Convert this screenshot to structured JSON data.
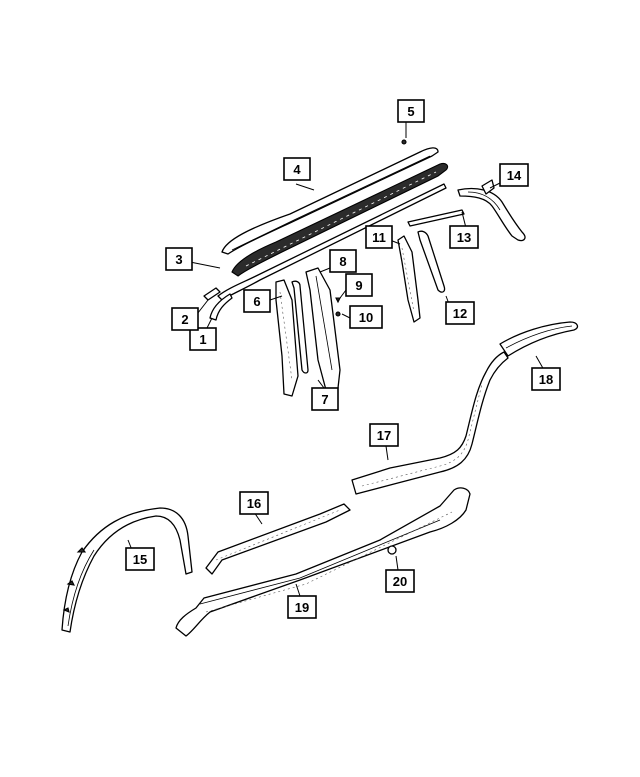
{
  "callouts": [
    {
      "id": "1",
      "label": "1"
    },
    {
      "id": "2",
      "label": "2"
    },
    {
      "id": "3",
      "label": "3"
    },
    {
      "id": "4",
      "label": "4"
    },
    {
      "id": "5",
      "label": "5"
    },
    {
      "id": "6",
      "label": "6"
    },
    {
      "id": "7",
      "label": "7"
    },
    {
      "id": "8",
      "label": "8"
    },
    {
      "id": "9",
      "label": "9"
    },
    {
      "id": "10",
      "label": "10"
    },
    {
      "id": "11",
      "label": "11"
    },
    {
      "id": "12",
      "label": "12"
    },
    {
      "id": "13",
      "label": "13"
    },
    {
      "id": "14",
      "label": "14"
    },
    {
      "id": "15",
      "label": "15"
    },
    {
      "id": "16",
      "label": "16"
    },
    {
      "id": "17",
      "label": "17"
    },
    {
      "id": "18",
      "label": "18"
    },
    {
      "id": "19",
      "label": "19"
    },
    {
      "id": "20",
      "label": "20"
    }
  ],
  "colors": {
    "line": "#000000",
    "background": "#ffffff",
    "dark_fill": "#2b2b2b"
  }
}
